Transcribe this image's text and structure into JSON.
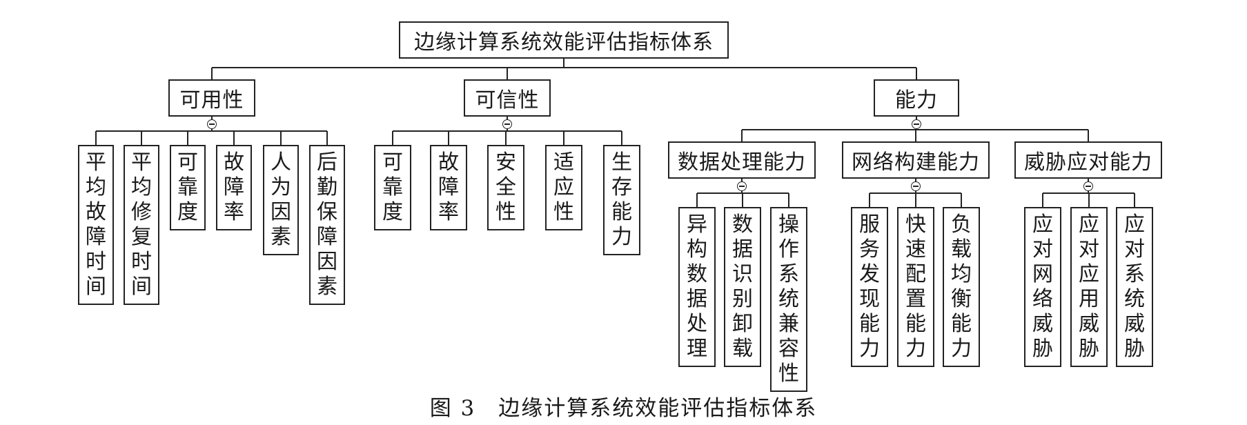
{
  "root": {
    "label": "边缘计算系统效能评估指标体系"
  },
  "availability": {
    "label": "可用性",
    "items": [
      "平均故障时间",
      "平均修复时间",
      "可靠度",
      "故障率",
      "人为因素",
      "后勤保障因素"
    ]
  },
  "trust": {
    "label": "可信性",
    "items": [
      "可靠度",
      "故障率",
      "安全性",
      "适应性",
      "生存能力"
    ]
  },
  "capability": {
    "label": "能力",
    "groups": [
      {
        "label": "数据处理能力",
        "items": [
          "异构数据处理",
          "数据识别卸载",
          "操作系统兼容性"
        ]
      },
      {
        "label": "网络构建能力",
        "items": [
          "服务发现能力",
          "快速配置能力",
          "负载均衡能力"
        ]
      },
      {
        "label": "威胁应对能力",
        "items": [
          "应对网络威胁",
          "应对应用威胁",
          "应对系统威胁"
        ]
      }
    ]
  },
  "caption": {
    "label": "图 3　边缘计算系统效能评估指标体系"
  },
  "icons": {
    "collapse": "minus-circle-icon"
  }
}
